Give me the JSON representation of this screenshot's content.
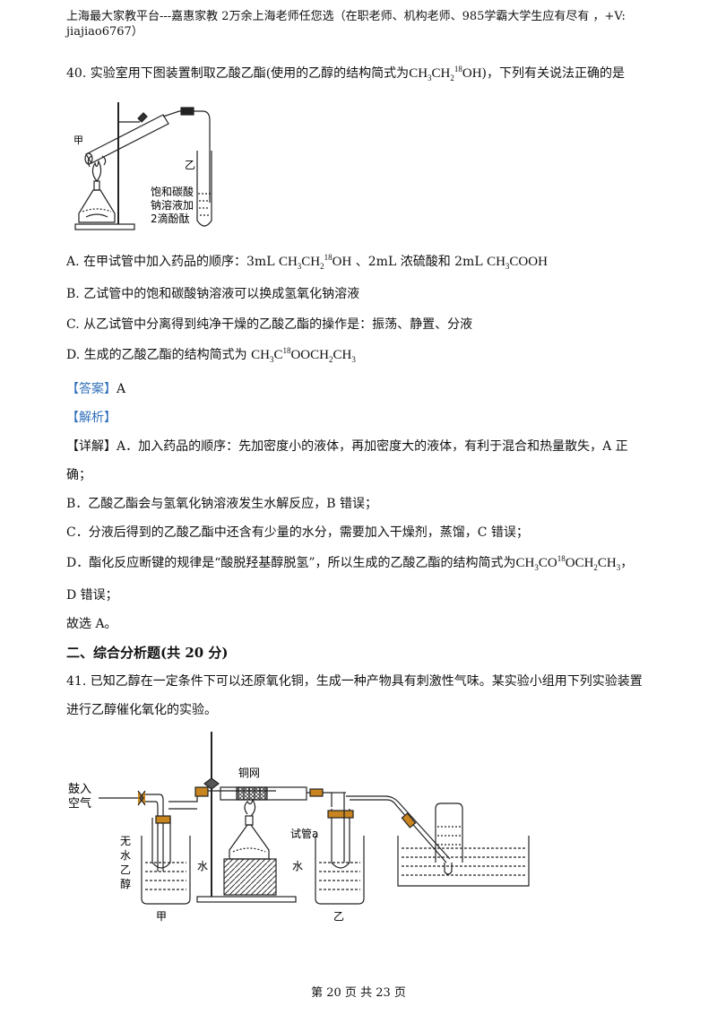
{
  "header": {
    "line1": "上海最大家教平台---嘉惠家教    2万余上海老师任您选（在职老师、机构老师、985学霸大学生应有尽有  ，+V:",
    "line2": "jiajiao6767）"
  },
  "q40": {
    "number": "40.",
    "stem_a": "实验室用下图装置制取乙酸乙酯(使用的乙醇的结构简式为",
    "stem_b": ")，下列有关说法正确的是",
    "figure": {
      "label_jia": "甲",
      "label_yi": "乙",
      "label_sol1": "饱和碳酸",
      "label_sol2": "钠溶液加",
      "label_sol3": "2滴酚酞"
    },
    "options": {
      "a_prefix": "A.  在甲试管中加入药品的顺序：3mL",
      "a_mid1": "、2mL 浓硫酸和 2mL",
      "b": "B.  乙试管中的饱和碳酸钠溶液可以换成氢氧化钠溶液",
      "c": "C.  从乙试管中分离得到纯净干燥的乙酸乙酯的操作是：振荡、静置、分液",
      "d_prefix": "D.  生成的乙酸乙酯的结构简式为"
    },
    "answer_label": "【答案】",
    "answer": "A",
    "analysis_label": "【解析】",
    "detail_l1": "【详解】A．加入药品的顺序：先加密度小的液体，再加密度大的液体，有利于混合和热量散失，A 正",
    "detail_l2": "确；",
    "detail_b": "B．乙酸乙酯会与氢氧化钠溶液发生水解反应，B 错误；",
    "detail_c": "C．分液后得到的乙酸乙酯中还含有少量的水分，需要加入干燥剂，蒸馏，C 错误；",
    "detail_d_prefix": "D．酯化反应断键的规律是“酸脱羟基醇脱氢”，所以生成的乙酸乙酯的结构简式为",
    "detail_d_suffix": "，",
    "detail_d2": "D 错误；",
    "conclusion": "故选 A。"
  },
  "section2": {
    "title": "二、综合分析题(共 20 分)"
  },
  "q41": {
    "line1": "41. 已知乙醇在一定条件下可以还原氧化铜，生成一种产物具有刺激性气味。某实验小组用下列实验装置",
    "line2": "进行乙醇催化氧化的实验。",
    "figure": {
      "label_air1": "鼓入",
      "label_air2": "空气",
      "label_mesh": "铜网",
      "label_tube_a": "试管a",
      "label_anhydrous": [
        "无",
        "水",
        "乙",
        "醇"
      ],
      "label_water1": "水",
      "label_water2": "水",
      "label_jia": "甲",
      "label_yi": "乙"
    }
  },
  "footer": "第 20 页 共 23 页"
}
